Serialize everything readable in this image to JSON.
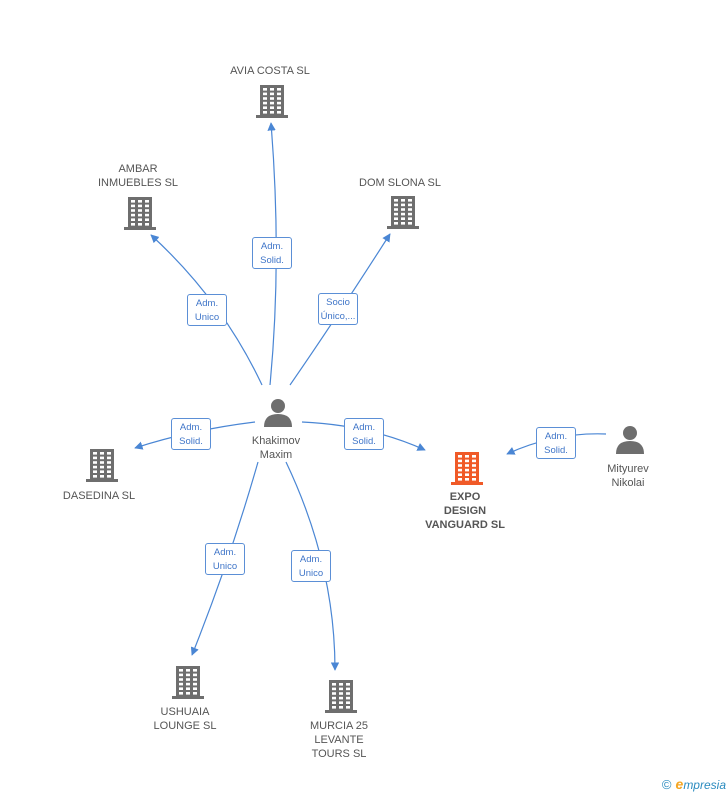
{
  "colors": {
    "edge": "#4a86d4",
    "node_icon": "#6e6e6e",
    "main_icon": "#f05a28",
    "label_text": "#555555",
    "edge_label": "#3f75c8"
  },
  "nodes": [
    {
      "id": "avia",
      "type": "company",
      "label": "AVIA COSTA  SL",
      "main": false
    },
    {
      "id": "ambar",
      "type": "company",
      "label": "AMBAR\nINMUEBLES SL",
      "main": false
    },
    {
      "id": "dom",
      "type": "company",
      "label": "DOM SLONA SL",
      "main": false
    },
    {
      "id": "khakimov",
      "type": "person",
      "label": "Khakimov\nMaxim",
      "main": false
    },
    {
      "id": "dasedina",
      "type": "company",
      "label": "DASEDINA SL",
      "main": false
    },
    {
      "id": "expo",
      "type": "company",
      "label": "EXPO\nDESIGN\nVANGUARD SL",
      "main": true
    },
    {
      "id": "mityurev",
      "type": "person",
      "label": "Mityurev\nNikolai",
      "main": false
    },
    {
      "id": "ushuaia",
      "type": "company",
      "label": "USHUAIA\nLOUNGE SL",
      "main": false
    },
    {
      "id": "murcia",
      "type": "company",
      "label": "MURCIA 25\nLEVANTE\nTOURS SL",
      "main": false
    }
  ],
  "edges": [
    {
      "from": "khakimov",
      "to": "avia",
      "label": "Adm.\nSolid."
    },
    {
      "from": "khakimov",
      "to": "ambar",
      "label": "Adm.\nUnico"
    },
    {
      "from": "khakimov",
      "to": "dom",
      "label": "Socio\nÚnico,..."
    },
    {
      "from": "khakimov",
      "to": "dasedina",
      "label": "Adm.\nSolid."
    },
    {
      "from": "khakimov",
      "to": "expo",
      "label": "Adm.\nSolid."
    },
    {
      "from": "mityurev",
      "to": "expo",
      "label": "Adm.\nSolid."
    },
    {
      "from": "khakimov",
      "to": "ushuaia",
      "label": "Adm.\nUnico"
    },
    {
      "from": "khakimov",
      "to": "murcia",
      "label": "Adm.\nUnico"
    }
  ],
  "footer": {
    "copyright_symbol": "©",
    "brand_initial": "e",
    "brand_rest": "mpresia"
  }
}
